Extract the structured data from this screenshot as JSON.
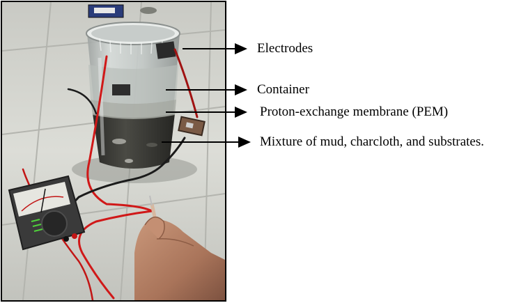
{
  "annotations": {
    "electrodes": "Electrodes",
    "container": "Container",
    "pem": "Proton-exchange membrane (PEM)",
    "mixture": "Mixture of mud, charcloth, and substrates."
  },
  "photo": {
    "subject": "microbial fuel cell setup with multimeter",
    "colors": {
      "tile": "#d7d8d2",
      "wire_red": "#d01818",
      "wire_black": "#1b1b1b",
      "mud": "#3a3a35",
      "meter_body": "#3a3a3a"
    }
  }
}
